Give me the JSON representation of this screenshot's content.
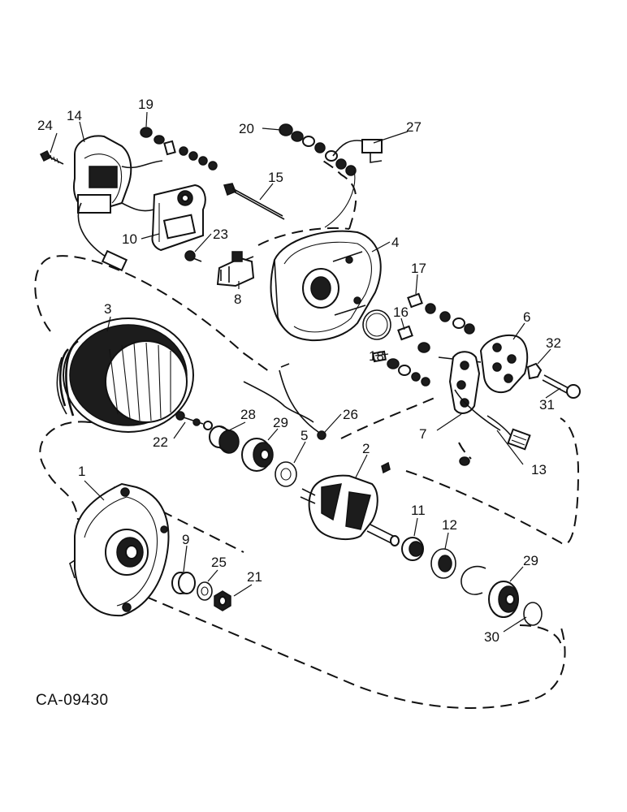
{
  "figure": {
    "id": "CA-09430"
  },
  "callouts": {
    "c1": "1",
    "c2": "2",
    "c3": "3",
    "c4": "4",
    "c5": "5",
    "c6": "6",
    "c7": "7",
    "c8": "8",
    "c9": "9",
    "c10": "10",
    "c11": "11",
    "c12": "12",
    "c13": "13",
    "c14": "14",
    "c15": "15",
    "c16": "16",
    "c17": "17",
    "c18": "18",
    "c19": "19",
    "c20": "20",
    "c21": "21",
    "c22": "22",
    "c23": "23",
    "c24": "24",
    "c25": "25",
    "c26": "26",
    "c27": "27",
    "c28": "28",
    "c29a": "29",
    "c29b": "29",
    "c30": "30",
    "c31": "31",
    "c32": "32"
  }
}
